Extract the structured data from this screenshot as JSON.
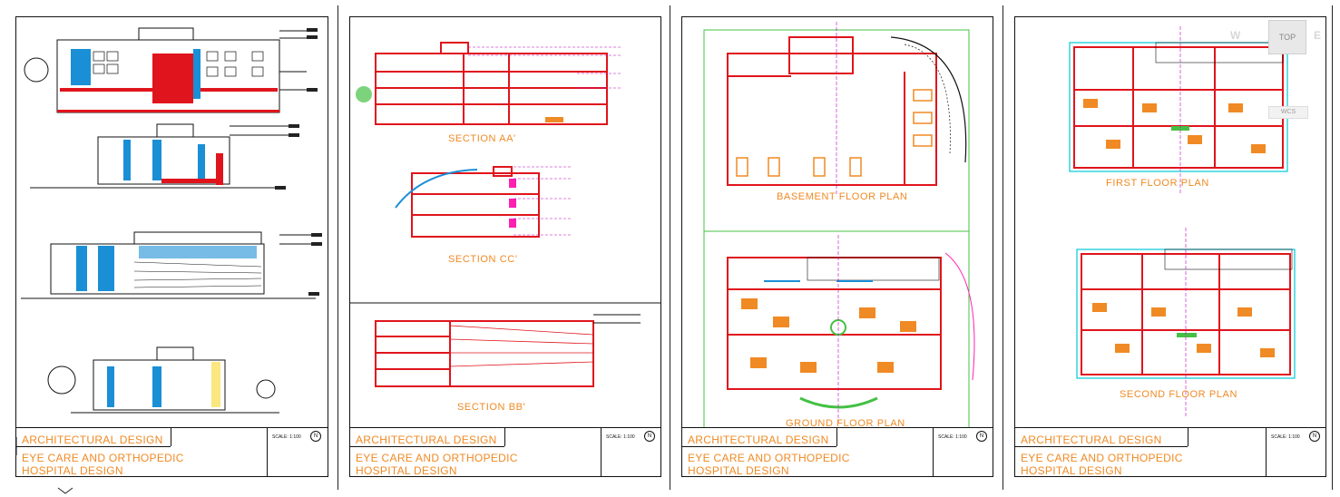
{
  "sheets": [
    {
      "title": "ARCHITECTURAL DESIGN",
      "subtitle_line1": "EYE CARE AND ORTHOPEDIC",
      "subtitle_line2": "HOSPITAL DESIGN",
      "scale": "SCALE: 1:100"
    },
    {
      "title": "ARCHITECTURAL DESIGN",
      "subtitle_line1": "EYE CARE AND ORTHOPEDIC",
      "subtitle_line2": "HOSPITAL DESIGN",
      "scale": "SCALE: 1:100"
    },
    {
      "title": "ARCHITECTURAL DESIGN",
      "subtitle_line1": "EYE CARE AND ORTHOPEDIC",
      "subtitle_line2": "HOSPITAL DESIGN",
      "scale": "SCALE: 1:100"
    },
    {
      "title": "ARCHITECTURAL DESIGN",
      "subtitle_line1": "EYE CARE AND ORTHOPEDIC",
      "subtitle_line2": "HOSPITAL DESIGN",
      "scale": "SCALE: 1:100"
    }
  ],
  "labels": {
    "section_aa": "SECTION AA'",
    "section_cc": "SECTION CC'",
    "section_bb": "SECTION BB'",
    "basement": "BASEMENT FLOOR PLAN",
    "ground": "GROUND FLOOR PLAN",
    "first": "FIRST FLOOR PLAN",
    "second": "SECOND FLOOR PLAN"
  },
  "viewcube": {
    "top": "TOP",
    "west": "W",
    "east": "E",
    "wcs": "WCS"
  },
  "colors": {
    "wall": "#e0141c",
    "accent": "#f08a24",
    "glass": "#1a8fd6",
    "grid": "#c000c0",
    "green": "#44c044"
  }
}
